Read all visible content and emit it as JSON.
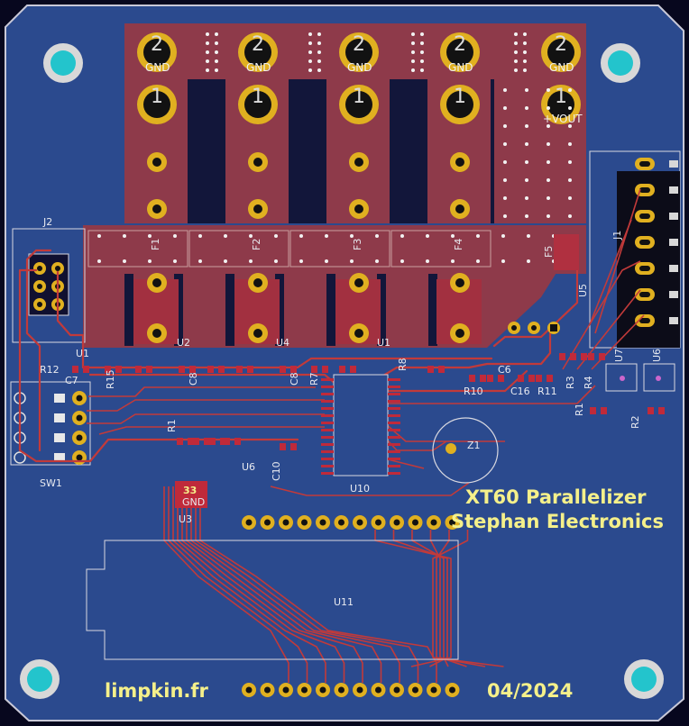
{
  "board": {
    "title": "XT60 Parallelizer",
    "maker": "Stephan Electronics",
    "website": "limpkin.fr",
    "date": "04/2024"
  },
  "connectors": {
    "top_row_number": "2",
    "top_row_label": "GND",
    "second_row_number": "1",
    "vout_label": "+VOUT"
  },
  "fuses": [
    "F1",
    "F2",
    "F3",
    "F4",
    "F5"
  ],
  "refs": {
    "j1": "J1",
    "j2": "J2",
    "sw1": "SW1",
    "u1": "U1",
    "u2": "U2",
    "u3": "U3",
    "u4": "U4",
    "u5": "U5",
    "u6": "U6",
    "u7": "U7",
    "u10": "U10",
    "u11": "U11",
    "z1": "Z1",
    "r1": "R1",
    "r2": "R2",
    "r3": "R3",
    "r4": "R4",
    "r7": "R7",
    "r8": "R8",
    "r10": "R10",
    "r11": "R11",
    "r12": "R12",
    "r15": "R15",
    "c6": "C6",
    "c7": "C7",
    "c8": "C8",
    "c16": "C16",
    "c10": "C10",
    "small_33": "33",
    "small_gnd": "GND"
  }
}
